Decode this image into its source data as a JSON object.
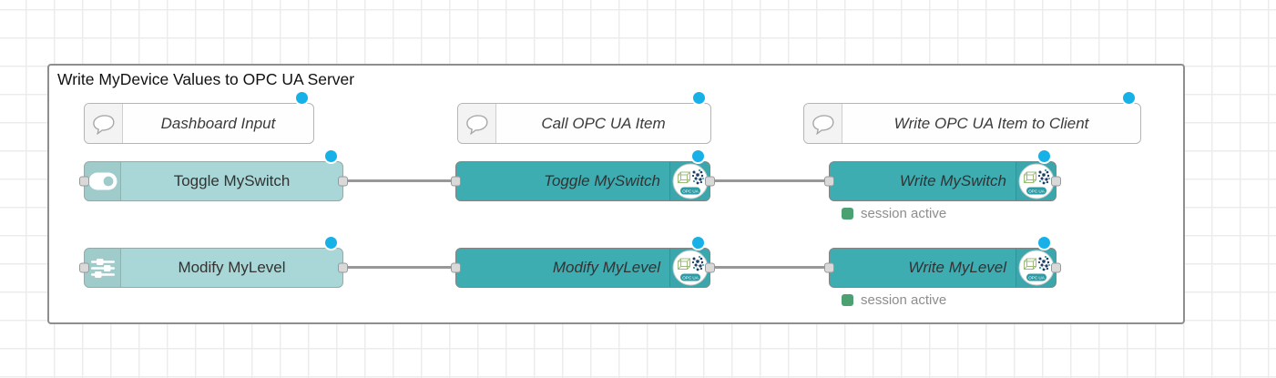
{
  "group": {
    "label": "Write MyDevice Values to OPC UA Server"
  },
  "comments": [
    {
      "label": "Dashboard Input"
    },
    {
      "label": "Call OPC UA Item"
    },
    {
      "label": "Write OPC UA Item to Client"
    }
  ],
  "rows": [
    {
      "dashboard_label": "Toggle MySwitch",
      "call_label": "Toggle MySwitch",
      "write_label": "Write MySwitch",
      "status_text": "session active"
    },
    {
      "dashboard_label": "Modify MyLevel",
      "call_label": "Modify MyLevel",
      "write_label": "Write MyLevel",
      "status_text": "session active"
    }
  ],
  "badge_label": "OPC UA",
  "colors": {
    "dashboard_node": "#a9d6d6",
    "opcua_node": "#3dadb2",
    "status_ok": "#4ca173",
    "changed_indicator": "#17b1e8",
    "wire": "#989898",
    "group_border": "#8e8e8e"
  }
}
